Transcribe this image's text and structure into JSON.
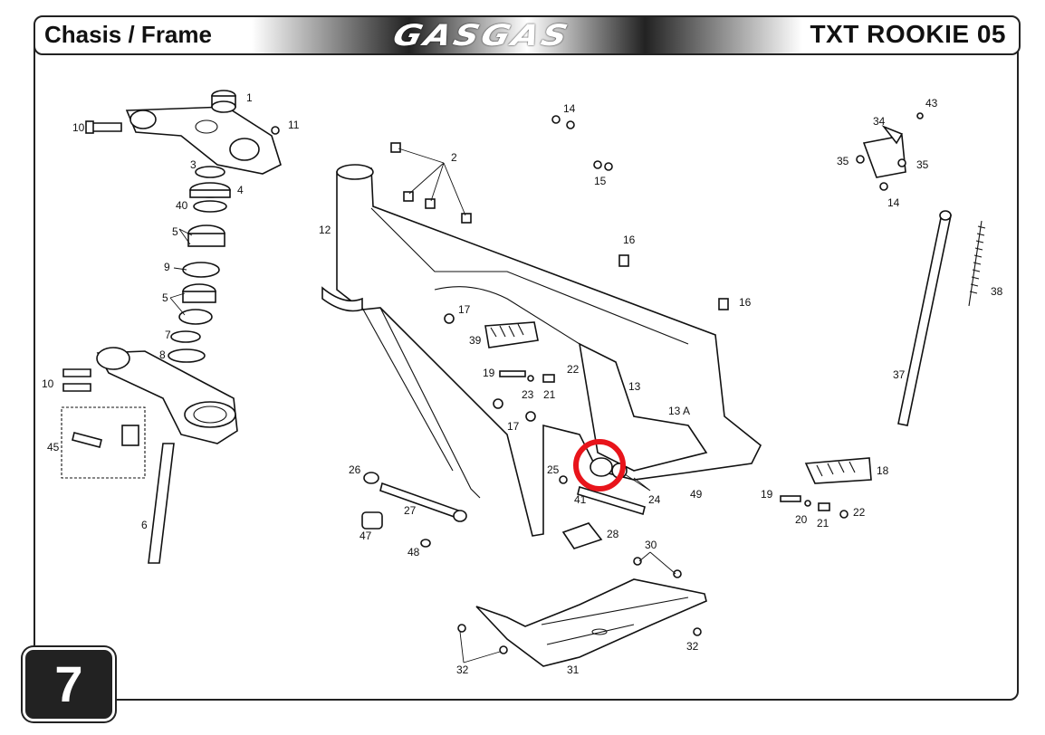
{
  "header": {
    "section": "Chasis / Frame",
    "brand": "GASGAS",
    "model": "TXT ROOKIE 05"
  },
  "page_number": "7",
  "callouts": {
    "c1": "1",
    "c2": "2",
    "c3": "3",
    "c4": "4",
    "c5a": "5",
    "c5b": "5",
    "c6": "6",
    "c7": "7",
    "c8": "8",
    "c9": "9",
    "c10a": "10",
    "c10b": "10",
    "c11": "11",
    "c12": "12",
    "c13": "13",
    "c13a": "13 A",
    "c14a": "14",
    "c14b": "14",
    "c15": "15",
    "c16a": "16",
    "c16b": "16",
    "c17a": "17",
    "c17b": "17",
    "c18": "18",
    "c19a": "19",
    "c19b": "19",
    "c20": "20",
    "c21a": "21",
    "c21b": "21",
    "c22a": "22",
    "c22b": "22",
    "c23": "23",
    "c24": "24",
    "c25": "25",
    "c26": "26",
    "c27": "27",
    "c28": "28",
    "c30": "30",
    "c31": "31",
    "c32a": "32",
    "c32b": "32",
    "c34": "34",
    "c35a": "35",
    "c35b": "35",
    "c37": "37",
    "c38": "38",
    "c39": "39",
    "c40": "40",
    "c41": "41",
    "c43": "43",
    "c45": "45",
    "c47": "47",
    "c48": "48",
    "c49": "49"
  },
  "highlight": {
    "color": "#e8141b",
    "target": "part-41-bushing"
  }
}
